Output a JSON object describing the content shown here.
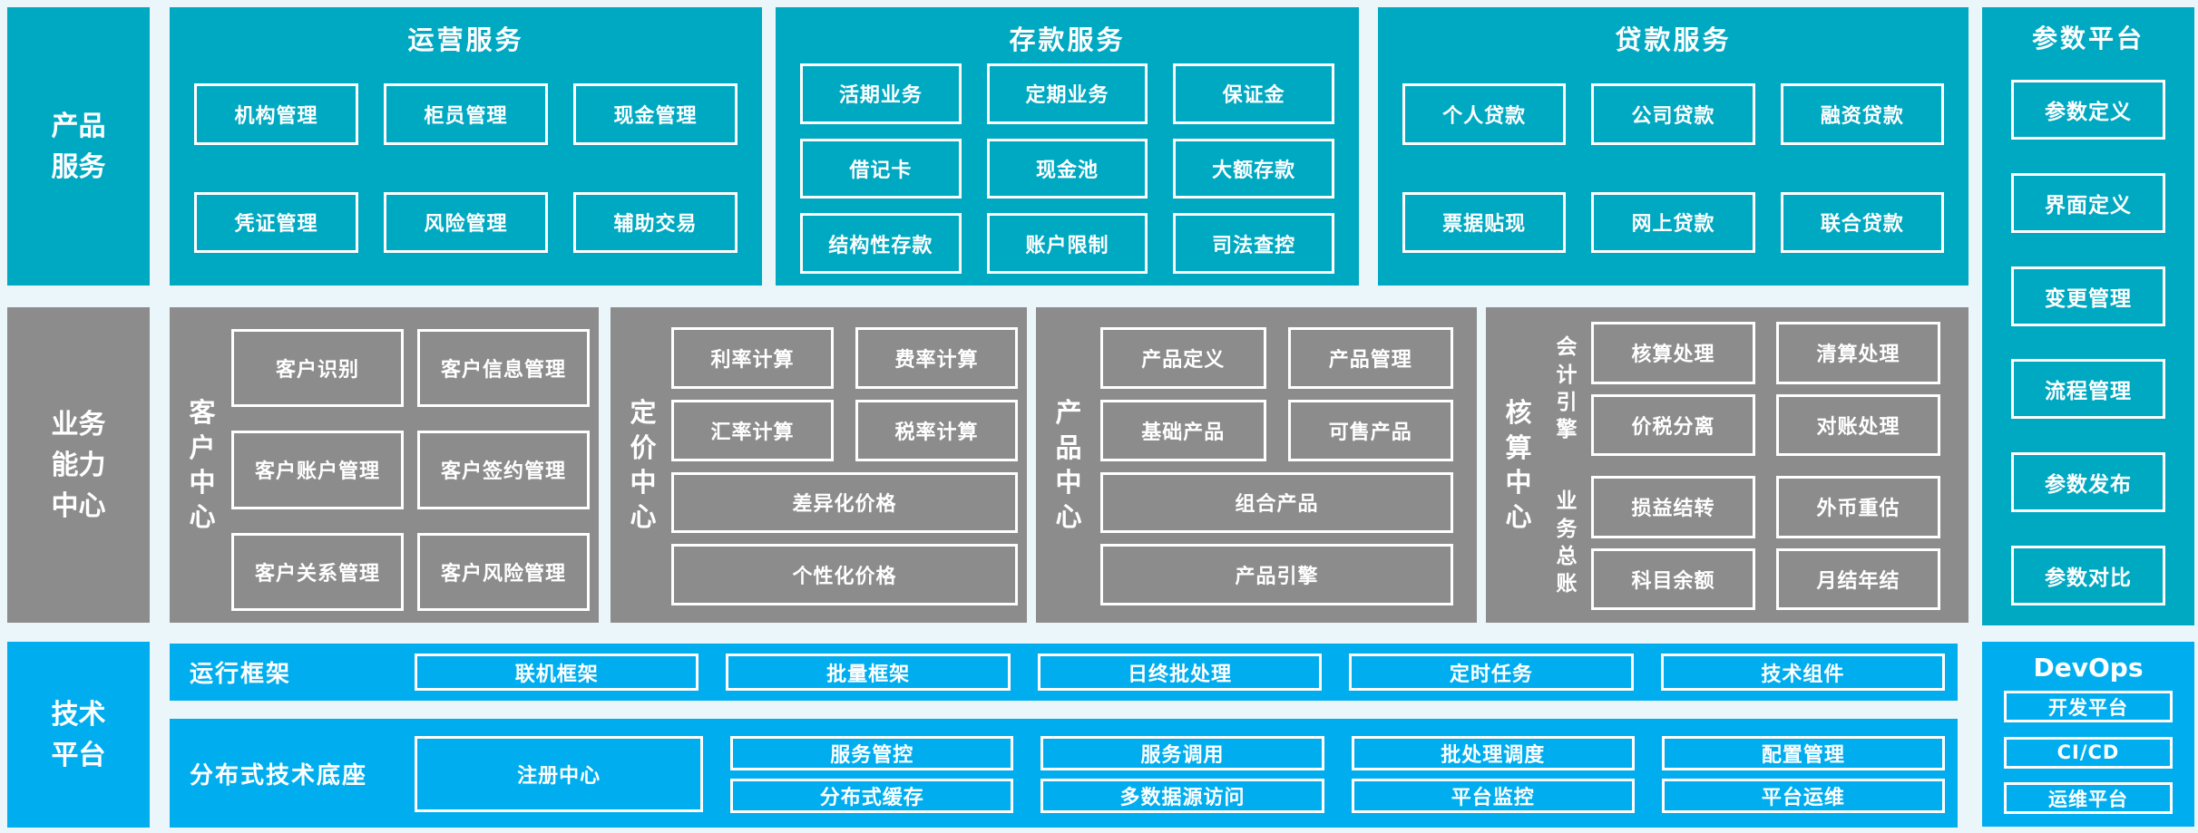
{
  "colors": {
    "teal": "#00A9C2",
    "gray": "#8C8C8C",
    "blue": "#00AEEF",
    "background": "#EBF6FA",
    "border": "#FFFFFF",
    "text": "#FFFFFF"
  },
  "row1": {
    "product_services_label": "产品服务",
    "operations": {
      "title": "运营服务",
      "items": [
        "机构管理",
        "柜员管理",
        "现金管理",
        "凭证管理",
        "风险管理",
        "辅助交易"
      ]
    },
    "deposits": {
      "title": "存款服务",
      "items": [
        "活期业务",
        "定期业务",
        "保证金",
        "借记卡",
        "现金池",
        "大额存款",
        "结构性存款",
        "账户限制",
        "司法查控"
      ]
    },
    "loans": {
      "title": "贷款服务",
      "items": [
        "个人贷款",
        "公司贷款",
        "融资贷款",
        "票据贴现",
        "网上贷款",
        "联合贷款"
      ]
    },
    "parameter_platform": {
      "title": "参数平台",
      "items": [
        "参数定义",
        "界面定义",
        "变更管理",
        "流程管理",
        "参数发布",
        "参数对比"
      ]
    }
  },
  "row2": {
    "capability_label": "业务能力中心",
    "customer_center": {
      "side_label": "客户中心",
      "items": [
        "客户识别",
        "客户信息管理",
        "客户账户管理",
        "客户签约管理",
        "客户关系管理",
        "客户风险管理"
      ]
    },
    "pricing_center": {
      "side_label": "定价中心",
      "items": [
        "利率计算",
        "费率计算",
        "汇率计算",
        "税率计算"
      ],
      "wide_items": [
        "差异化价格",
        "个性化价格"
      ]
    },
    "product_center": {
      "side_label": "产品中心",
      "items": [
        "产品定义",
        "产品管理",
        "基础产品",
        "可售产品"
      ],
      "wide_items": [
        "组合产品",
        "产品引擎"
      ]
    },
    "accounting_center": {
      "side_label": "核算中心",
      "groups": [
        {
          "side_label": "会计引擎",
          "items": [
            "核算处理",
            "清算处理",
            "价税分离",
            "对账处理"
          ]
        },
        {
          "side_label": "业务总账",
          "items": [
            "损益结转",
            "外币重估",
            "科目余额",
            "月结年结"
          ]
        }
      ]
    }
  },
  "row3": {
    "tech_platform_label": "技术平台",
    "runtime_framework": {
      "label": "运行框架",
      "items": [
        "联机框架",
        "批量框架",
        "日终批处理",
        "定时任务",
        "技术组件"
      ]
    },
    "distributed_base": {
      "label": "分布式技术底座",
      "registry": "注册中心",
      "columns": [
        [
          "服务管控",
          "分布式缓存"
        ],
        [
          "服务调用",
          "多数据源访问"
        ],
        [
          "批处理调度",
          "平台监控"
        ],
        [
          "配置管理",
          "平台运维"
        ]
      ]
    },
    "devops": {
      "title": "DevOps",
      "items": [
        "开发平台",
        "CI/CD",
        "运维平台"
      ]
    }
  }
}
